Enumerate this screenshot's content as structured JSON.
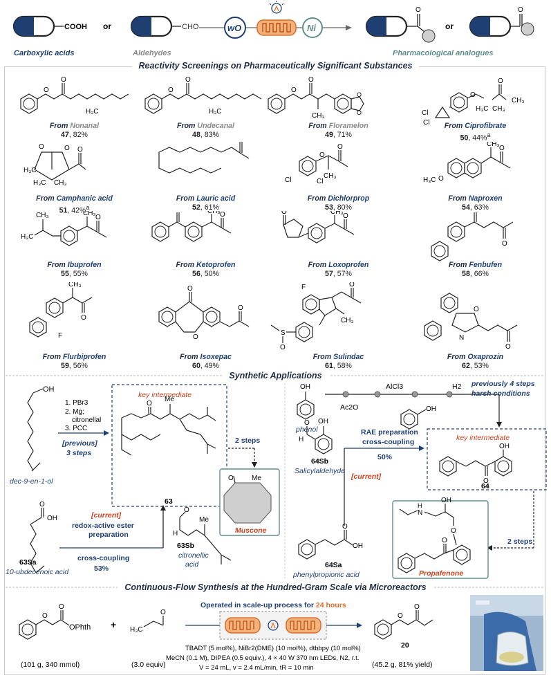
{
  "colors": {
    "navy": "#1f3f73",
    "orange": "#e06a2a",
    "teal": "#5f8f8c",
    "gray": "#8a8a8a",
    "red": "#c9431e"
  },
  "header": {
    "cooh_label": "COOH",
    "or1": "or",
    "cho_label": "CHO",
    "or2": "or",
    "wo_label": "wO",
    "ni_label": "Ni",
    "carboxylic_acids": "Carboxylic acids",
    "aldehydes": "Aldehydes",
    "pharma_analogues": "Pharmacological analogues"
  },
  "section1": {
    "title": "Reactivity Screenings on Pharmaceutically Significant Substances"
  },
  "products": [
    {
      "from": "From",
      "source": "Nonanal",
      "num": "47",
      "yield": ", 82%",
      "style": "gray"
    },
    {
      "from": "From",
      "source": "Undecanal",
      "num": "48",
      "yield": ", 83%",
      "style": "gray"
    },
    {
      "from": "From",
      "source": "Floramelon",
      "num": "49",
      "yield": ", 71%",
      "style": "gray"
    },
    {
      "from": "From",
      "source": "Ciprofibrate",
      "num": "50",
      "yield": ", 44%",
      "sup": "a",
      "style": "navy"
    },
    {
      "from": "From",
      "source": "Camphanic acid",
      "num": "51",
      "yield": ", 42%",
      "sup": "a",
      "style": "navy"
    },
    {
      "from": "From",
      "source": "Lauric acid",
      "num": "52",
      "yield": ", 61%",
      "style": "navy"
    },
    {
      "from": "From",
      "source": "Dichlorprop",
      "num": "53",
      "yield": ", 80%",
      "style": "navy"
    },
    {
      "from": "From",
      "source": "Naproxen",
      "num": "54",
      "yield": ", 63%",
      "style": "navy"
    },
    {
      "from": "From",
      "source": "Ibuprofen",
      "num": "55",
      "yield": ", 55%",
      "style": "navy"
    },
    {
      "from": "From",
      "source": "Ketoprofen",
      "num": "56",
      "yield": ", 50%",
      "style": "navy"
    },
    {
      "from": "From",
      "source": "Loxoprofen",
      "num": "57",
      "yield": ", 57%",
      "style": "navy"
    },
    {
      "from": "From",
      "source": "Fenbufen",
      "num": "58",
      "yield": ", 66%",
      "style": "navy"
    },
    {
      "from": "From",
      "source": "Flurbiprofen",
      "num": "59",
      "yield": ", 56%",
      "style": "navy"
    },
    {
      "from": "From",
      "source": "Isoxepac",
      "num": "60",
      "yield": ", 49%",
      "style": "navy"
    },
    {
      "from": "From",
      "source": "Sulindac",
      "num": "61",
      "yield": ", 58%",
      "style": "navy"
    },
    {
      "from": "From",
      "source": "Oxaprozin",
      "num": "62",
      "yield": ", 53%",
      "style": "navy"
    }
  ],
  "atoms": {
    "o": "O",
    "h3c": "H3C",
    "ch3": "CH3",
    "cl": "Cl",
    "f": "F",
    "s": "S",
    "n": "N",
    "h": "H",
    "nh": "N",
    "me": "Me",
    "oh": "OH"
  },
  "section2": {
    "title": "Synthetic Applications",
    "left": {
      "dec_label": "dec-9-en-1-ol",
      "steps": [
        "1. PBr3",
        "2. Mg;",
        "citronellal",
        "3. PCC"
      ],
      "previous": "[previous]",
      "previous_steps": "3 steps",
      "key_intermediate": "key intermediate",
      "cmp63": "63",
      "two_steps": "2 steps",
      "muscone": "Muscone",
      "current": "[current]",
      "current_lines": [
        "redox-active ester",
        "preparation"
      ],
      "cross_coupling": "cross-coupling",
      "yield": "53%",
      "cmp63sa": "63Sa",
      "acid63sa": "10-ubdecenoic acid",
      "cmp63sb": "63Sb",
      "acid63sb_1": "citronellic",
      "acid63sb_2": "acid"
    },
    "right": {
      "phenol": "phenol",
      "alcl3": "AlCl3",
      "h2": "H2",
      "ac2o": "Ac2O",
      "prev_line1": "previously 4 steps",
      "prev_line2": "harsh conditions",
      "key_intermediate": "key intermediate",
      "cmp64": "64",
      "cmp64sb": "64Sb",
      "salicyl": "Salicylaldehyde",
      "rae": "RAE preparation",
      "cross": "cross-coupling",
      "yield": "50%",
      "current": "[current]",
      "cmp64sa": "64Sa",
      "acid64sa": "phenylpropionic acid",
      "two_steps": "2 steps",
      "propafenone": "Propafenone"
    }
  },
  "section3": {
    "title": "Continuous-Flow Synthesis at the Hundred-Gram Scale via Microreactors",
    "operated_prefix": "Operated in scale-up process for ",
    "operated_hours": "24 hours",
    "ophth": "OPhth",
    "plus": "+",
    "reagent1_amount": "(101 g, 340 mmol)",
    "reagent2_amount": "(3.0 equiv)",
    "conditions": [
      "TBADT (5 mol%), NiBr2(DME) (10 mol%), dtbbpy (10 mol%)",
      "MeCN (0.1 M), DIPEA (0.5 equiv.), 4 × 40 W 370 nm LEDs, N2, r.t.",
      "V = 24 mL, v = 2.4 mL/min, tR = 10 min"
    ],
    "cmp20": "20",
    "product_amount": "(45.2 g, 81% yield)"
  }
}
